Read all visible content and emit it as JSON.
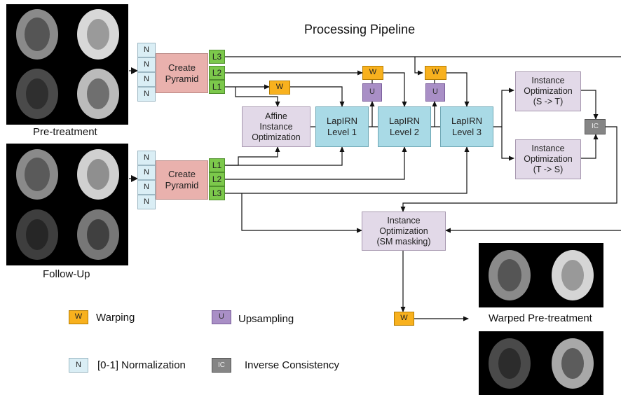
{
  "title": "Processing Pipeline",
  "scans": {
    "pre_label": "Pre-treatment",
    "follow_label": "Follow-Up",
    "warped_label": "Warped Pre-treatment"
  },
  "boxes": {
    "normalize": "N",
    "create_pyramid": "Create\nPyramid",
    "level1": "L1",
    "level2": "L2",
    "level3": "L3",
    "affine": "Affine\nInstance\nOptimization",
    "lapirn1": "LapIRN\nLevel 1",
    "lapirn2": "LapIRN\nLevel 2",
    "lapirn3": "LapIRN\nLevel 3",
    "inst_st": "Instance\nOptimization\n(S -> T)",
    "inst_ts": "Instance\nOptimization\n(T -> S)",
    "inst_sm": "Instance\nOptimization\n(SM masking)",
    "warp": "W",
    "upsample": "U",
    "inverse": "IC"
  },
  "legend": {
    "warping": "Warping",
    "upsampling": "Upsampling",
    "normalization": "[0-1] Normalization",
    "inverse": "Inverse Consistency"
  },
  "colors": {
    "normalize": "#daeef5",
    "pyramid": "#e9b1ad",
    "level": "#7cc84b",
    "instance": "#e2d9e8",
    "lapirn": "#a9dae6",
    "warp": "#f8b11e",
    "upsample": "#a98fc6",
    "inverse": "#858585"
  }
}
